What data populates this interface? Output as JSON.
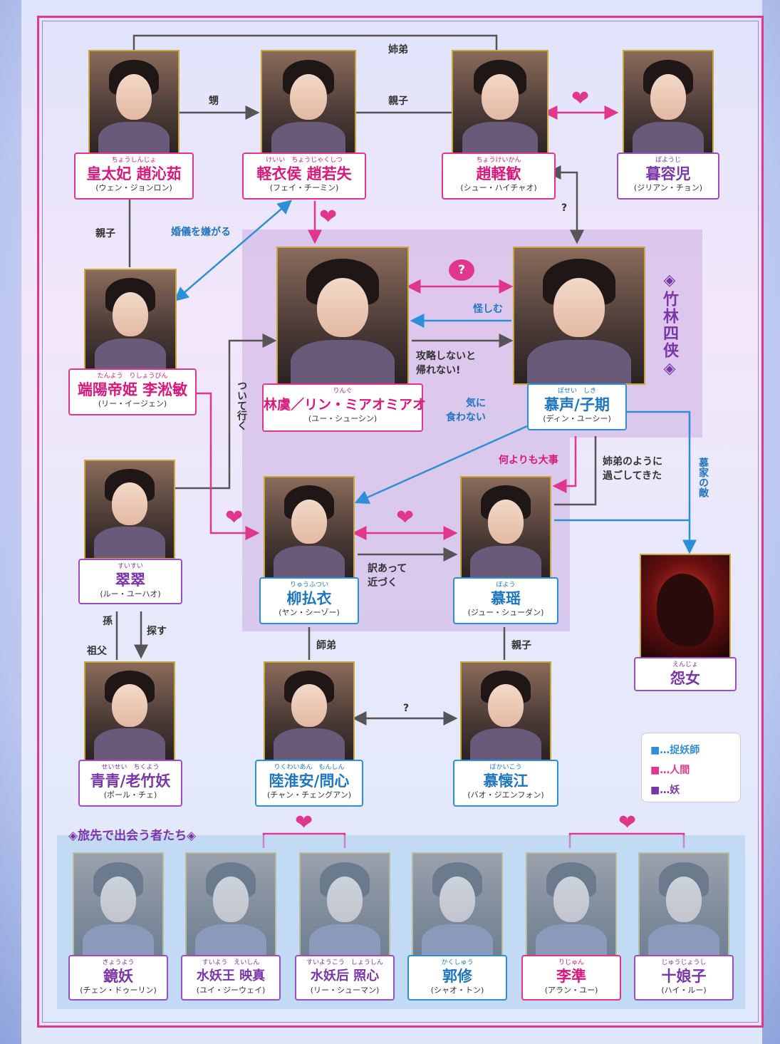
{
  "colors": {
    "human": "#e0378d",
    "exorcist": "#2d8fd6",
    "demon": "#9a4fc0",
    "line": "#555555"
  },
  "characters": {
    "queen": {
      "ruby": "ちょうしんじょ",
      "name": "皇太妃 趙沁茹",
      "actor": "(ウェン・ジョンロン)"
    },
    "ruoshi": {
      "ruby": "けいい　ちょうじゃくしつ",
      "name": "軽衣侯 趙若失",
      "actor": "(フェイ・チーミン)"
    },
    "qingxin": {
      "ruby": "ちょうけいかん",
      "name": "趙軽歓",
      "actor": "(シュー・ハイチャオ)"
    },
    "murong": {
      "ruby": "ぼようじ",
      "name": "暮容児",
      "actor": "(ジリアン・チョン)"
    },
    "duanyang": {
      "ruby": "たんよう　りしょうびん",
      "name": "端陽帝姫 李淞敏",
      "actor": "(リー・イージェン)"
    },
    "lin": {
      "ruby": "りんぐ",
      "name": "林虞／リン・ミアオミアオ",
      "actor": "(ユー・シューシン)"
    },
    "mosheng": {
      "ruby": "ぼせい　しき",
      "name": "慕声/子期",
      "actor": "(ディン・ユーシー)"
    },
    "cuicui": {
      "ruby": "すいすい",
      "name": "翠翠",
      "actor": "(ルー・ユーハオ)"
    },
    "liu": {
      "ruby": "りゅうふつい",
      "name": "柳払衣",
      "actor": "(ヤン・シーゾー)"
    },
    "moyao": {
      "ruby": "ぼよう",
      "name": "慕瑶",
      "actor": "(ジュー・シューダン)"
    },
    "yuannv": {
      "ruby": "えんじょ",
      "name": "怨女"
    },
    "qingqing": {
      "ruby": "せいせい　ちくよう",
      "name": "青青/老竹妖",
      "actor": "(ポール・チェ)"
    },
    "lu": {
      "ruby": "りくわいあん　もんしん",
      "name": "陸淮安/問心",
      "actor": "(チャン・チェングアン)"
    },
    "mohuai": {
      "ruby": "ぼかいこう",
      "name": "慕懐江",
      "actor": "(バオ・ジエンフォン)"
    },
    "jingyao": {
      "ruby": "きょうよう",
      "name": "鏡妖",
      "actor": "(チェン・ドゥーリン)"
    },
    "shuiyaowang": {
      "ruby": "すいよう　えいしん",
      "name": "水妖王 映真",
      "actor": "(ユイ・ジーウェイ)"
    },
    "shuiyaohou": {
      "ruby": "すいようこう　しょうしん",
      "name": "水妖后 照心",
      "actor": "(リー・シューマン)"
    },
    "guoxiu": {
      "ruby": "かくしゅう",
      "name": "郭修",
      "actor": "(シャオ・トン)"
    },
    "lizhun": {
      "ruby": "りじゅん",
      "name": "李準",
      "actor": "(アラン・ユー)"
    },
    "shiniang": {
      "ruby": "じゅうじょうし",
      "name": "十娘子",
      "actor": "(ハイ・ルー)"
    }
  },
  "relations": {
    "siblings_top": "姉弟",
    "nephew": "甥",
    "parent_child_top": "親子",
    "parent_child_left": "親子",
    "hates_marriage": "婚儀を嫌がる",
    "question_top": "?",
    "question_heart": "?",
    "suspect": "怪しむ",
    "must_capture": "攻略しないと\n帰れない!",
    "follow": "ついて行く",
    "dislike": "気に\n食わない",
    "most_important": "何よりも大事",
    "like_siblings": "姉弟のように\n過ごしてきた",
    "enemy": "慕家の敵",
    "approach": "訳あって\n近づく",
    "grandson": "孫",
    "grandfather": "祖父",
    "search": "探す",
    "disciple": "師弟",
    "parent_child_bottom": "親子",
    "question_bottom": "?"
  },
  "group_title": "◈竹林四侠◈",
  "bottom_title": "◈旅先で出会う者たち◈",
  "legend": {
    "exorcist": "■…捉妖師",
    "human": "■…人間",
    "demon": "■…妖"
  },
  "icons": {
    "heart": "heart-icon",
    "portrait": "portrait-photo"
  }
}
